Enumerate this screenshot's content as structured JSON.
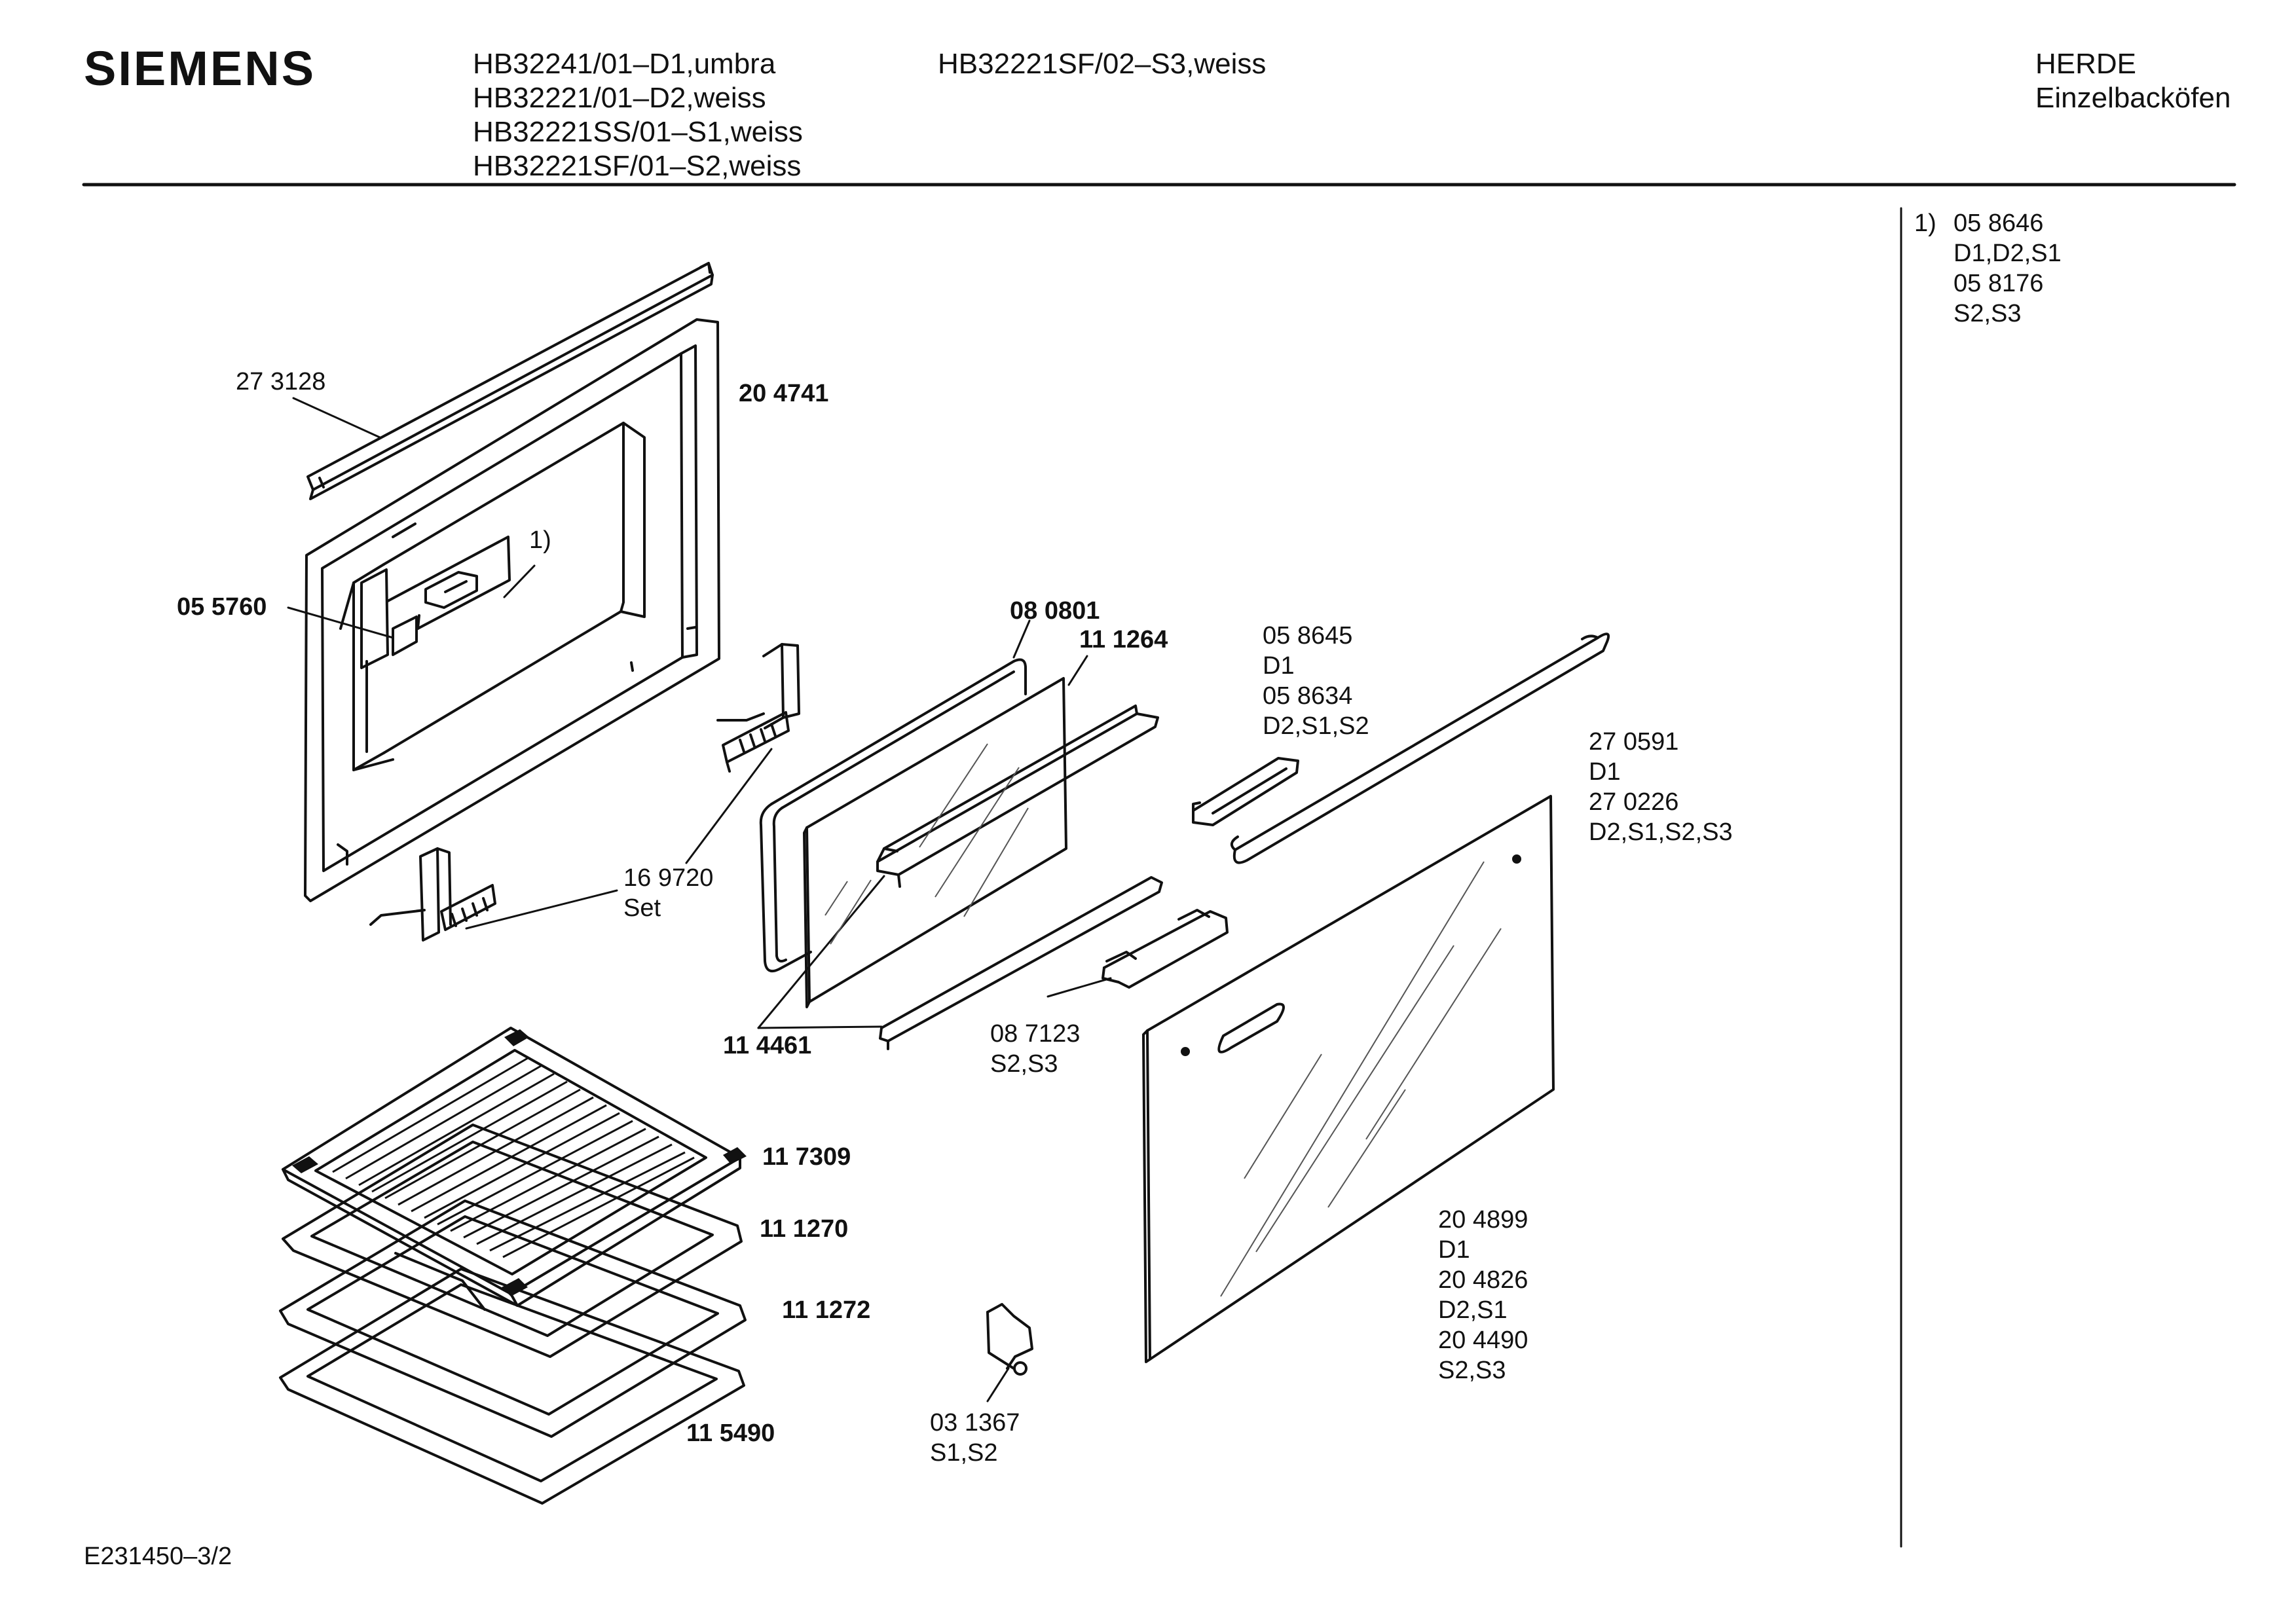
{
  "header": {
    "brand": "SIEMENS",
    "models_col1": [
      "HB32241/01–D1,umbra",
      "HB32221/01–D2,weiss",
      "HB32221SS/01–S1,weiss",
      "HB32221SF/01–S2,weiss"
    ],
    "models_col2": [
      "HB32221SF/02–S3,weiss"
    ],
    "category": "HERDE",
    "subcategory": "Einzelbacköfen"
  },
  "footnote": {
    "marker": "1)",
    "lines": [
      "05 8646",
      "D1,D2,S1",
      "05 8176",
      "S2,S3"
    ]
  },
  "parts": {
    "p273128": "27 3128",
    "p204741": "20 4741",
    "footnote_ref": "1)",
    "p055760": "05 5760",
    "p080801": "08 0801",
    "p111264": "11 1264",
    "p058645": [
      "05 8645",
      "D1",
      "05 8634",
      "D2,S1,S2"
    ],
    "p270591": [
      "27 0591",
      "D1",
      "27 0226",
      "D2,S1,S2,S3"
    ],
    "p169720": [
      "16 9720",
      "Set"
    ],
    "p114461": "11 4461",
    "p087123": [
      "08 7123",
      "S2,S3"
    ],
    "p117309": "11 7309",
    "p111270": "11 1270",
    "p111272": "11 1272",
    "p115490": "11 5490",
    "p204899": [
      "20 4899",
      "D1",
      "20 4826",
      "D2,S1",
      "20 4490",
      "S2,S3"
    ],
    "p031367": [
      "03 1367",
      "S1,S2"
    ]
  },
  "footer": {
    "drawing_id": "E231450–3/2"
  }
}
